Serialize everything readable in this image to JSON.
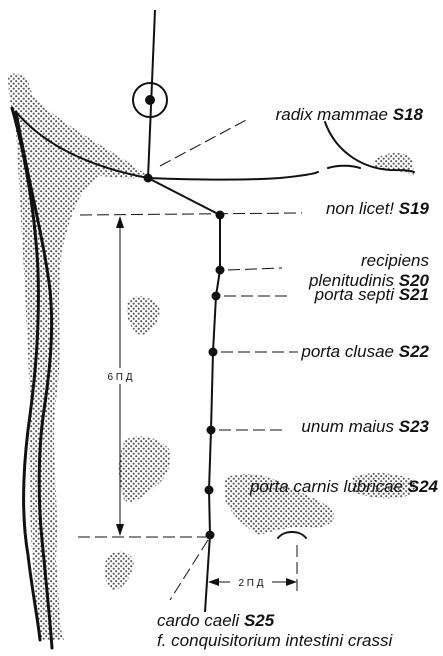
{
  "points": [
    {
      "name": "radix mammae",
      "code": "S18"
    },
    {
      "name": "non licet!",
      "code": "S19"
    },
    {
      "name_line1": "recipiens",
      "name_line2": "plenitudinis",
      "code": "S20"
    },
    {
      "name": "porta septi",
      "code": "S21"
    },
    {
      "name": "porta clusae",
      "code": "S22"
    },
    {
      "name": "unum maius",
      "code": "S23"
    },
    {
      "name": "porta carnis lubricae",
      "code": "S24"
    },
    {
      "name": "cardo caeli",
      "code": "S25",
      "alt_name": "f. conquisitorium intestini crassi"
    }
  ],
  "measurements": {
    "vertical": "6 П Д",
    "horizontal": "2 П Д"
  },
  "colors": {
    "ink": "#111111",
    "stipple": "#555555",
    "background": "#ffffff"
  }
}
